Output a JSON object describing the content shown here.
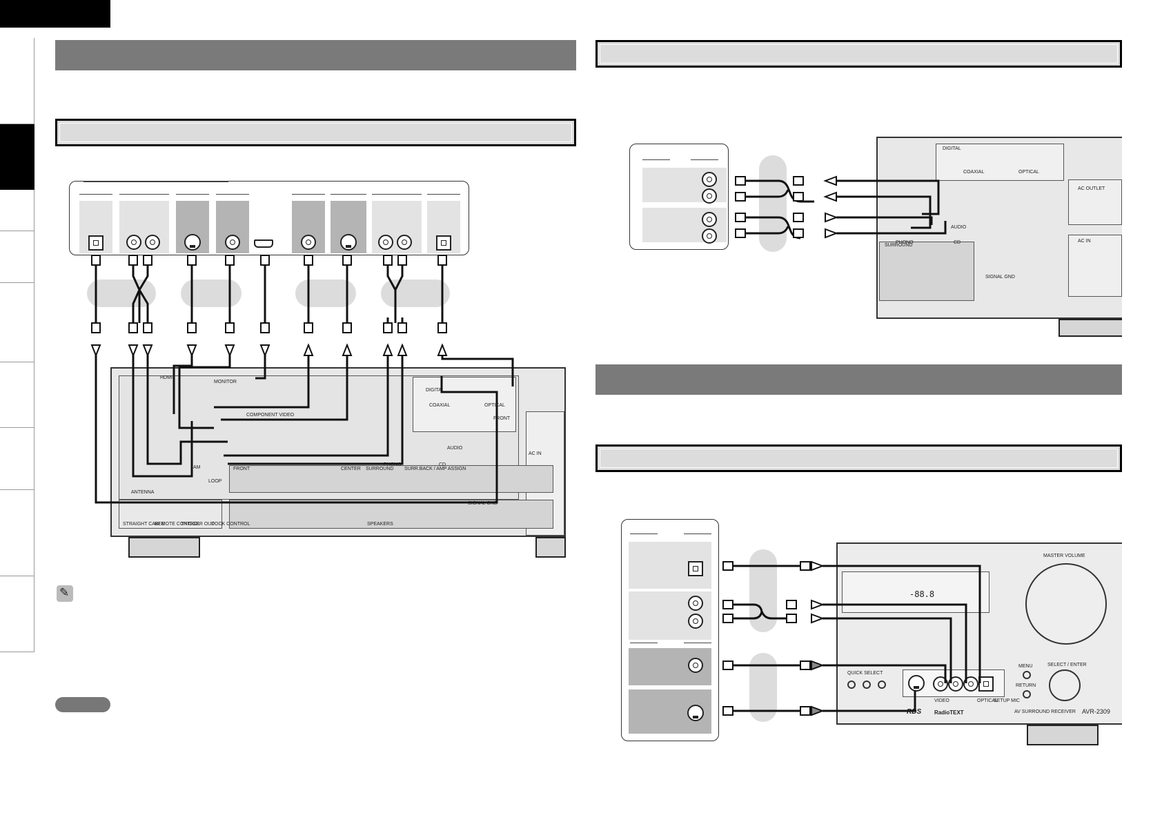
{
  "layout_note": "",
  "rear_receiver": {
    "labels": {
      "hdmi": "HDMI",
      "component_video": "COMPONENT VIDEO",
      "digital": "DIGITAL",
      "coaxial": "COAXIAL",
      "optical": "OPTICAL",
      "front": "FRONT",
      "center": "CENTER",
      "surround": "SURROUND",
      "surr_back": "SURR.BACK / AMP ASSIGN",
      "speakers": "SPEAKERS",
      "antenna": "ANTENNA",
      "straight_cable": "STRAIGHT CABLE",
      "remote_control": "REMOTE CONTROL",
      "trigger_out": "TRIGGER OUT",
      "dock_control": "DOCK CONTROL",
      "signal_gnd": "SIGNAL GND",
      "ac_outlet": "AC OUTLET",
      "ac_in": "AC IN",
      "monitor_out": "MONITOR",
      "audio": "AUDIO",
      "cd": "CD",
      "phono": "PHONO",
      "loop": "LOOP",
      "am": "AM"
    }
  },
  "front_receiver": {
    "labels": {
      "master_volume": "MASTER VOLUME",
      "model": "AVR-2309",
      "brand_rds": "RDS",
      "radio_text": "RadioTEXT",
      "select_enter": "SELECT / ENTER",
      "menu": "MENU",
      "return": "RETURN",
      "quick_select": "QUICK SELECT",
      "video": "VIDEO",
      "setup_mic": "SETUP MIC",
      "optical": "OPTICAL",
      "av_receiver": "AV SURROUND RECEIVER",
      "display": "-88.8"
    }
  }
}
